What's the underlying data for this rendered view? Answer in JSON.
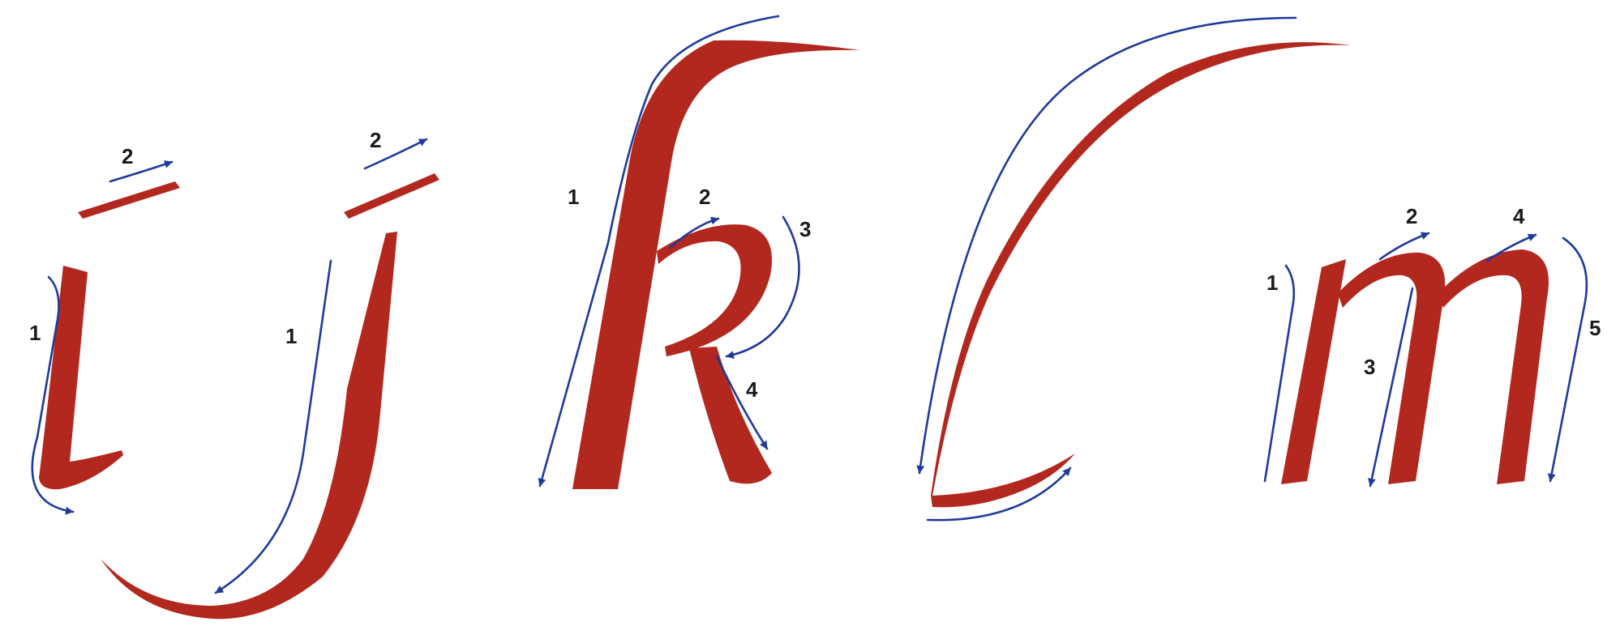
{
  "figure": "calligraphy stroke order",
  "colors": {
    "letter": "#b2281e",
    "guide": "#1f3a9a",
    "background": "#ffffff",
    "label": "#1a1a1a"
  },
  "letters": [
    {
      "letter": "i",
      "stroke_labels": [
        "1",
        "2"
      ]
    },
    {
      "letter": "j",
      "stroke_labels": [
        "1",
        "2"
      ]
    },
    {
      "letter": "k",
      "stroke_labels": [
        "1",
        "2",
        "3",
        "4"
      ]
    },
    {
      "letter": "l",
      "stroke_labels": []
    },
    {
      "letter": "m",
      "stroke_labels": [
        "1",
        "2",
        "3",
        "4",
        "5"
      ]
    }
  ]
}
